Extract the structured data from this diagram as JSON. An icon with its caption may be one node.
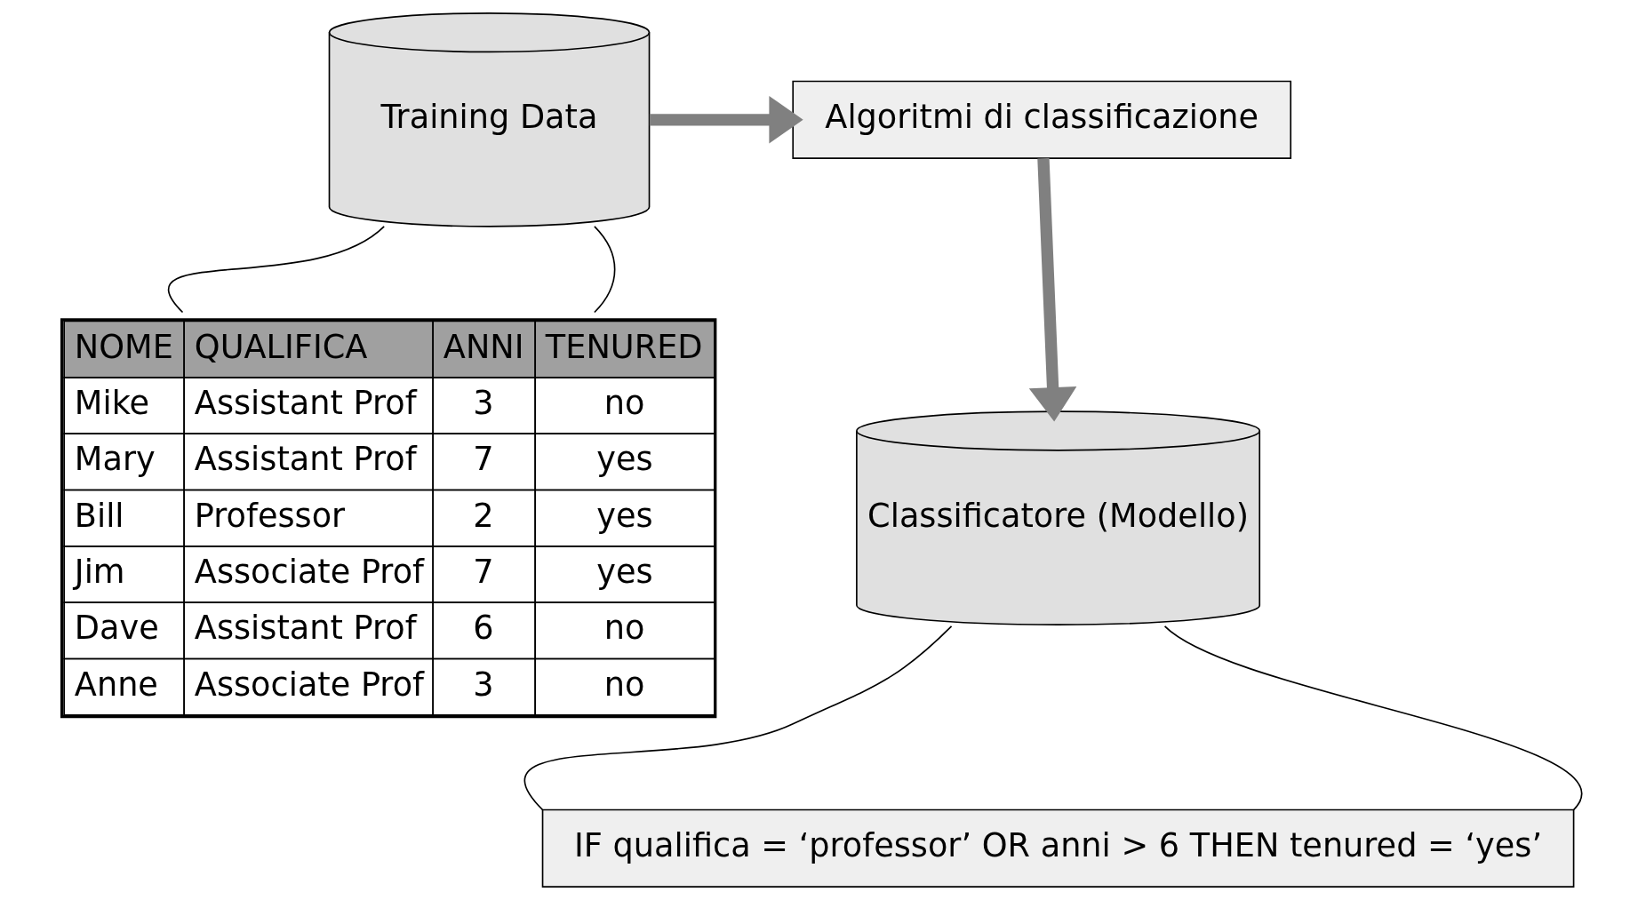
{
  "diagram": {
    "nodes": [
      {
        "text": [
          "Training Data"
        ]
      },
      {
        "text": [
          "NOME",
          "QUALIFICA",
          "ANNI",
          "TENURED",
          "Mike",
          "Assistant Prof",
          "3",
          "no",
          "Mary",
          "Assistant Prof",
          "7",
          "yes",
          "Bill",
          "Professor",
          "2",
          "yes",
          "Jim",
          "Associate Prof",
          "7",
          "yes",
          "Dave",
          "Assistant Prof",
          "6",
          "no",
          "Anne",
          "Associate Prof",
          "3",
          "no"
        ]
      },
      {
        "text": [
          "Algoritmi di classificazione"
        ]
      },
      {
        "text": [
          "Classificatore (Modello)"
        ]
      },
      {
        "text": [
          "IF qualifica = ‘professor’ OR anni > 6 THEN tenured = ‘yes’"
        ]
      }
    ],
    "edges": [
      {
        "from": 0,
        "to": 2,
        "arrow": "to",
        "style": "thick",
        "color": "#808080"
      },
      {
        "from": 2,
        "to": 3,
        "arrow": "to",
        "style": "thick",
        "color": "#808080"
      },
      {
        "from": 0,
        "to": 1,
        "arrow": "none"
      },
      {
        "from": 0,
        "to": 1,
        "arrow": "none"
      },
      {
        "from": 3,
        "to": 4,
        "arrow": "none"
      },
      {
        "from": 3,
        "to": 4,
        "arrow": "none"
      }
    ]
  }
}
